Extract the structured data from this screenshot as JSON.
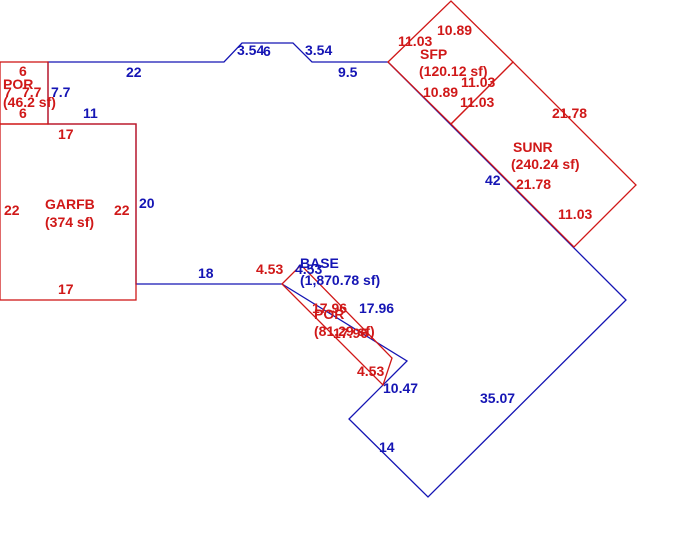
{
  "colors": {
    "base": "#1515b4",
    "addition": "#d01818"
  },
  "areas": {
    "base": {
      "name": "BASE",
      "area": "(1,870.78 sf)"
    },
    "garage": {
      "name": "GARFB",
      "area": "(374 sf)"
    },
    "sunroom": {
      "name": "SUNR",
      "area": "(240.24 sf)"
    },
    "sfp": {
      "name": "SFP",
      "area": "(120.12 sf)"
    },
    "porch_left": {
      "name": "POR",
      "area": "(46.2 sf)"
    },
    "porch_center": {
      "name": "POR",
      "area": "(81.29 sf)"
    }
  },
  "dimensions": {
    "base": {
      "top_22": "22",
      "step_3_54a": "3.54",
      "step_6": "6",
      "step_3_54b": "3.54",
      "top_9_5": "9.5",
      "left_7_7": "7.7",
      "left_11": "11",
      "left_20": "20",
      "bottom_18": "18",
      "inner_4_53": "4.53",
      "inner_17_96": "17.96",
      "inner_10_47": "10.47",
      "bottom_14": "14",
      "right_35_07": "35.07",
      "diag_42": "42"
    },
    "garage": {
      "top": "17",
      "bottom": "17",
      "left": "22",
      "right": "22"
    },
    "porch_left": {
      "top": "6",
      "bottom": "6",
      "left": "7",
      "right": "7.7"
    },
    "sfp": {
      "left": "11.03",
      "top": "10.89",
      "bottom": "10.89",
      "right": "11.03"
    },
    "sunroom": {
      "left": "11.03",
      "top": "21.78",
      "bottom": "21.78",
      "right": "11.03"
    },
    "porch_center": {
      "top_left": "4.53",
      "left": "17.96",
      "right": "17.96",
      "bottom": "4.53"
    }
  }
}
